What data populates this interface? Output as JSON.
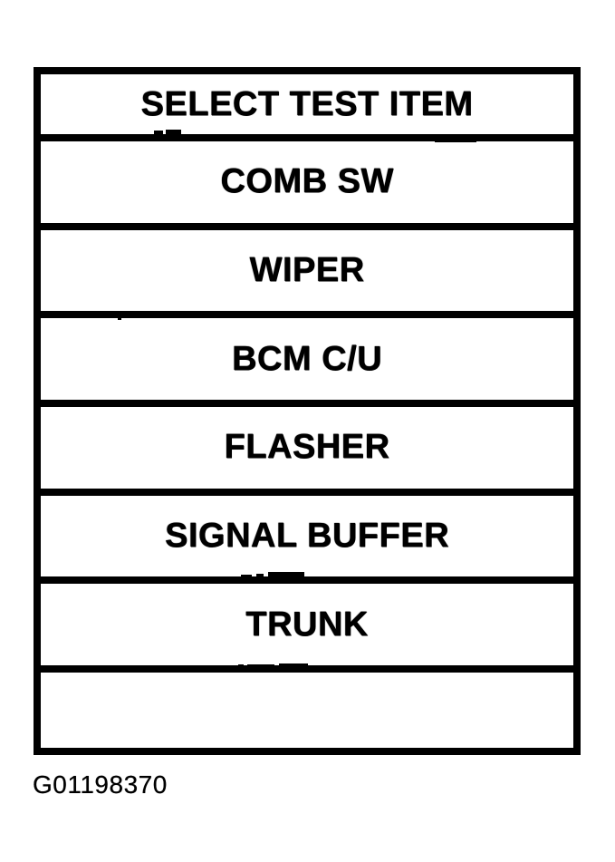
{
  "screen": {
    "title": "SELECT TEST ITEM",
    "items": [
      "COMB SW",
      "WIPER",
      "BCM C/U",
      "FLASHER",
      "SIGNAL BUFFER",
      "TRUNK"
    ]
  },
  "figure_code": "G01198370",
  "colors": {
    "ink": "#000000",
    "background": "#ffffff"
  }
}
